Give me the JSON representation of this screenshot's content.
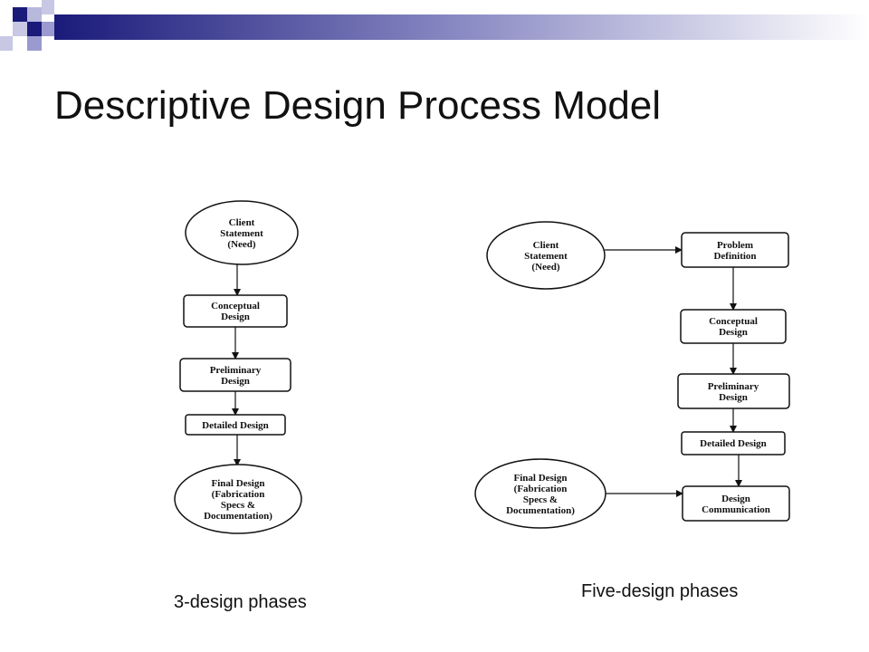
{
  "slide": {
    "title": "Descriptive Design Process Model",
    "caption_left": "3-design phases",
    "caption_right": "Five-design phases"
  },
  "colors": {
    "accent_dark": "#1a1a7a",
    "accent_light": "#9a9ad0"
  },
  "left_diagram": {
    "nodes": [
      {
        "shape": "ellipse",
        "lines": [
          "Client",
          "Statement",
          "(Need)"
        ]
      },
      {
        "shape": "rect",
        "lines": [
          "Conceptual",
          "Design"
        ]
      },
      {
        "shape": "rect",
        "lines": [
          "Preliminary",
          "Design"
        ]
      },
      {
        "shape": "rect",
        "lines": [
          "Detailed Design"
        ]
      },
      {
        "shape": "ellipse",
        "lines": [
          "Final Design",
          "(Fabrication",
          "Specs &",
          "Documentation)"
        ]
      }
    ]
  },
  "right_diagram": {
    "nodes": [
      {
        "shape": "ellipse",
        "lines": [
          "Client",
          "Statement",
          "(Need)"
        ]
      },
      {
        "shape": "rect",
        "lines": [
          "Problem",
          "Definition"
        ]
      },
      {
        "shape": "rect",
        "lines": [
          "Conceptual",
          "Design"
        ]
      },
      {
        "shape": "rect",
        "lines": [
          "Preliminary",
          "Design"
        ]
      },
      {
        "shape": "rect",
        "lines": [
          "Detailed Design"
        ]
      },
      {
        "shape": "rect",
        "lines": [
          "Design",
          "Communication"
        ]
      },
      {
        "shape": "ellipse",
        "lines": [
          "Final Design",
          "(Fabrication",
          "Specs &",
          "Documentation)"
        ]
      }
    ]
  }
}
